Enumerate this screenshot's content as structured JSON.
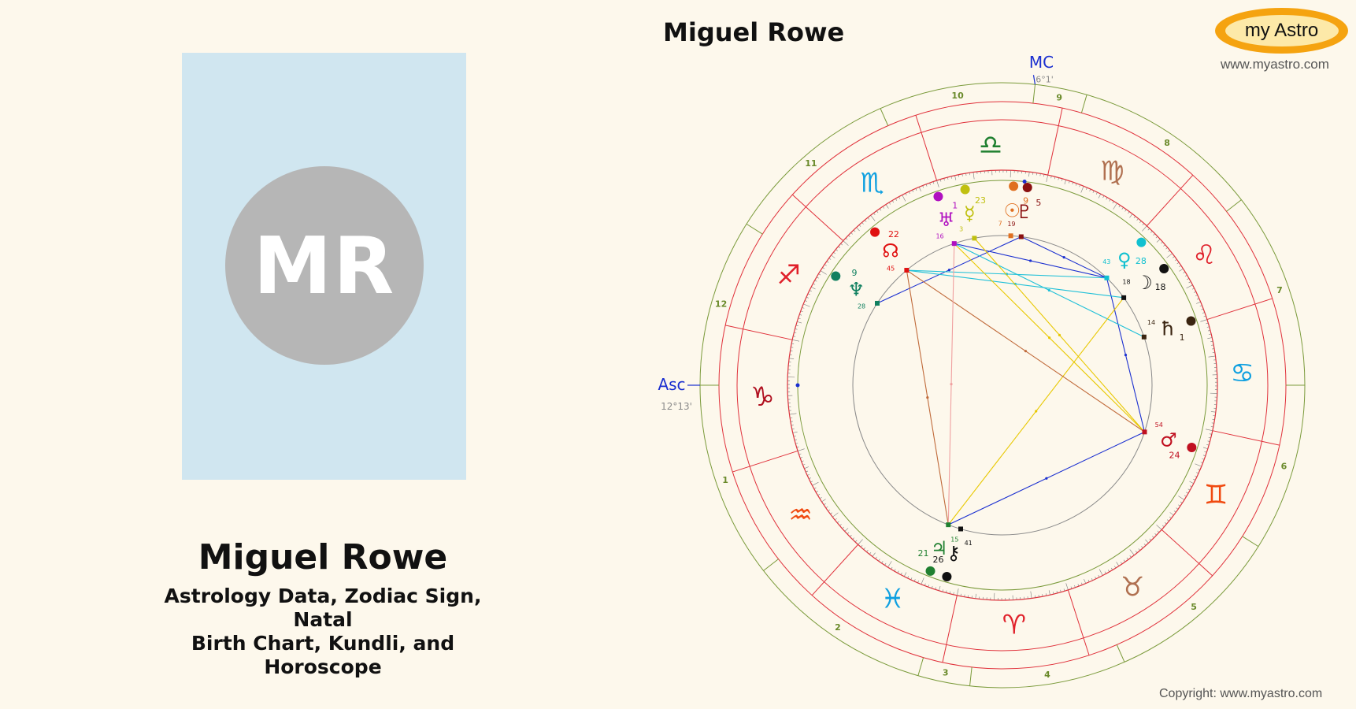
{
  "profile": {
    "initials": "MR",
    "name": "Miguel Rowe",
    "subtitle_line1": "Astrology Data, Zodiac Sign, Natal",
    "subtitle_line2": "Birth Chart, Kundli, and Horoscope"
  },
  "chart": {
    "title": "Miguel Rowe",
    "logo_text": "my Astro",
    "website": "www.myastro.com",
    "copyright": "Copyright: www.myastro.com",
    "asc_label": "Asc",
    "asc_degree": "12°13'",
    "mc_label": "MC",
    "mc_degree": "6°1'"
  },
  "colors": {
    "house_line": "#e0303a",
    "outer_ring": "#7a9a3a",
    "aspect_blue": "#1a2fd0",
    "aspect_cyan": "#20c0d8",
    "aspect_yellow": "#e8c800",
    "aspect_brown": "#c06a3a",
    "aspect_pink": "#f0a0a0"
  },
  "chart_data": {
    "type": "natal-chart",
    "ascendant_longitude": 282.2,
    "midheaven_longitude": 186.0,
    "signs": [
      {
        "name": "Aries",
        "glyph": "♈",
        "color": "#e0202a"
      },
      {
        "name": "Taurus",
        "glyph": "♉",
        "color": "#b07050"
      },
      {
        "name": "Gemini",
        "glyph": "♊",
        "color": "#f04a10"
      },
      {
        "name": "Cancer",
        "glyph": "♋",
        "color": "#10a0e0"
      },
      {
        "name": "Leo",
        "glyph": "♌",
        "color": "#e0202a"
      },
      {
        "name": "Virgo",
        "glyph": "♍",
        "color": "#b07050"
      },
      {
        "name": "Libra",
        "glyph": "♎",
        "color": "#208030"
      },
      {
        "name": "Scorpio",
        "glyph": "♏",
        "color": "#10a0e0"
      },
      {
        "name": "Sagittarius",
        "glyph": "♐",
        "color": "#e0202a"
      },
      {
        "name": "Capricorn",
        "glyph": "♑",
        "color": "#b01020"
      },
      {
        "name": "Aquarius",
        "glyph": "♒",
        "color": "#f04a10"
      },
      {
        "name": "Pisces",
        "glyph": "♓",
        "color": "#10a0e0"
      }
    ],
    "houses": [
      {
        "number": "1",
        "cusp": 282.2
      },
      {
        "number": "2",
        "cusp": 320.0
      },
      {
        "number": "3",
        "cusp": 356.0
      },
      {
        "number": "4",
        "cusp": 6.0
      },
      {
        "number": "5",
        "cusp": 36.0
      },
      {
        "number": "6",
        "cusp": 70.0
      },
      {
        "number": "7",
        "cusp": 102.2
      },
      {
        "number": "8",
        "cusp": 140.0
      },
      {
        "number": "9",
        "cusp": 176.0
      },
      {
        "number": "10",
        "cusp": 186.0
      },
      {
        "number": "11",
        "cusp": 216.0
      },
      {
        "number": "12",
        "cusp": 250.0
      }
    ],
    "planets": [
      {
        "name": "Sun",
        "glyph": "☉",
        "degree": "9",
        "minute": "7",
        "longitude": 189.0,
        "color": "#e07020"
      },
      {
        "name": "Moon",
        "glyph": "☽",
        "degree": "18",
        "minute": "18",
        "longitude": 138.0,
        "color": "#111111"
      },
      {
        "name": "Mercury",
        "glyph": "☿",
        "degree": "23",
        "minute": "3",
        "longitude": 203.0,
        "color": "#c0c010"
      },
      {
        "name": "Venus",
        "glyph": "♀",
        "degree": "28",
        "minute": "43",
        "longitude": 148.0,
        "color": "#10c0d0"
      },
      {
        "name": "Mars",
        "glyph": "♂",
        "degree": "24",
        "minute": "54",
        "longitude": 84.0,
        "color": "#c01020"
      },
      {
        "name": "Jupiter",
        "glyph": "♃",
        "degree": "21",
        "minute": "15",
        "longitude": 351.0,
        "color": "#208030"
      },
      {
        "name": "Saturn",
        "glyph": "ħ",
        "degree": "1",
        "minute": "14",
        "longitude": 121.0,
        "color": "#3a2410"
      },
      {
        "name": "Uranus",
        "glyph": "♅",
        "degree": "1",
        "minute": "16",
        "longitude": 211.0,
        "color": "#b010c0"
      },
      {
        "name": "Neptune",
        "glyph": "♆",
        "degree": "9",
        "minute": "28",
        "longitude": 249.0,
        "color": "#108060"
      },
      {
        "name": "Pluto",
        "glyph": "♇",
        "degree": "5",
        "minute": "19",
        "longitude": 185.0,
        "color": "#8a1010"
      },
      {
        "name": "North Node",
        "glyph": "☊",
        "degree": "22",
        "minute": "45",
        "longitude": 232.0,
        "color": "#e01010"
      },
      {
        "name": "Chiron",
        "glyph": "⚷",
        "degree": "26",
        "minute": "41",
        "longitude": 356.0,
        "color": "#111111"
      }
    ],
    "aspects": [
      {
        "from": "Neptune",
        "to": "Pluto",
        "type": "sextile",
        "color": "#1a2fd0"
      },
      {
        "from": "Uranus",
        "to": "Venus",
        "type": "sextile",
        "color": "#1a2fd0"
      },
      {
        "from": "Pluto",
        "to": "Venus",
        "type": "sextile",
        "color": "#1a2fd0"
      },
      {
        "from": "Venus",
        "to": "Mars",
        "type": "sextile",
        "color": "#1a2fd0"
      },
      {
        "from": "Mars",
        "to": "Jupiter",
        "type": "sextile",
        "color": "#1a2fd0"
      },
      {
        "from": "North Node",
        "to": "Venus",
        "type": "square",
        "color": "#20c0d8"
      },
      {
        "from": "North Node",
        "to": "Moon",
        "type": "square",
        "color": "#20c0d8"
      },
      {
        "from": "Uranus",
        "to": "Saturn",
        "type": "square",
        "color": "#20c0d8"
      },
      {
        "from": "Uranus",
        "to": "Mars",
        "type": "trine",
        "color": "#e8c800"
      },
      {
        "from": "Mercury",
        "to": "Mars",
        "type": "trine",
        "color": "#e8c800"
      },
      {
        "from": "Moon",
        "to": "Jupiter",
        "type": "trine",
        "color": "#e8c800"
      },
      {
        "from": "North Node",
        "to": "Mars",
        "type": "quincunx",
        "color": "#c06a3a"
      },
      {
        "from": "North Node",
        "to": "Jupiter",
        "type": "quincunx",
        "color": "#c06a3a"
      },
      {
        "from": "Uranus",
        "to": "Jupiter",
        "type": "quincunx",
        "color": "#f0a0a0"
      }
    ]
  }
}
